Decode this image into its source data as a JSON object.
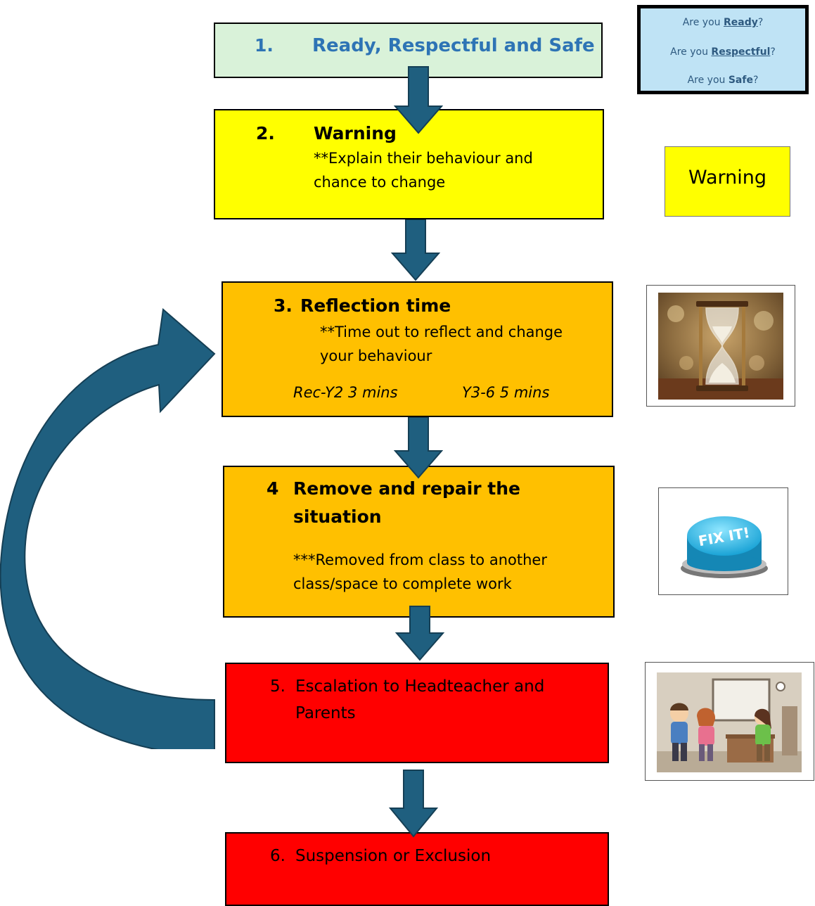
{
  "steps": {
    "s1": {
      "number": "1.",
      "title": "Ready, Respectful and Safe"
    },
    "s2": {
      "number": "2.",
      "title": "Warning",
      "text_line1": "**Explain their behaviour and",
      "text_line2": "chance to change"
    },
    "s3": {
      "number": "3.",
      "title": "Reflection time",
      "text_line1": "**Time out to reflect and change",
      "text_line2": "your behaviour",
      "time_left": "Rec-Y2 3 mins",
      "time_right": "Y3-6 5 mins"
    },
    "s4": {
      "number": "4",
      "title_line1": "Remove and repair the",
      "title_line2": "situation",
      "text_line1": "***Removed from class to another",
      "text_line2": "class/space to complete work"
    },
    "s5": {
      "number": "5.",
      "text_line1": "Escalation to Headteacher and",
      "text_line2": "Parents"
    },
    "s6": {
      "number": "6.",
      "text": "Suspension or Exclusion"
    }
  },
  "side": {
    "questions": {
      "q1_prefix": "Are you ",
      "q1_word": "Ready",
      "q1_suffix": "?",
      "q2_prefix": "Are you ",
      "q2_word": "Respectful",
      "q2_suffix": "?",
      "q3_prefix": "Are you ",
      "q3_word": "Safe",
      "q3_suffix": "?"
    },
    "warning_label": "Warning",
    "fixit_label": "FIX IT!"
  },
  "colors": {
    "step1": "#d9f2d9",
    "step2": "#ffff00",
    "step3": "#ffc000",
    "step4": "#ffc000",
    "step5": "#ff0000",
    "step6": "#ff0000",
    "arrow": "#1f5f7f",
    "title_blue": "#2e74b5",
    "questions_bg": "#bfe3f5"
  }
}
